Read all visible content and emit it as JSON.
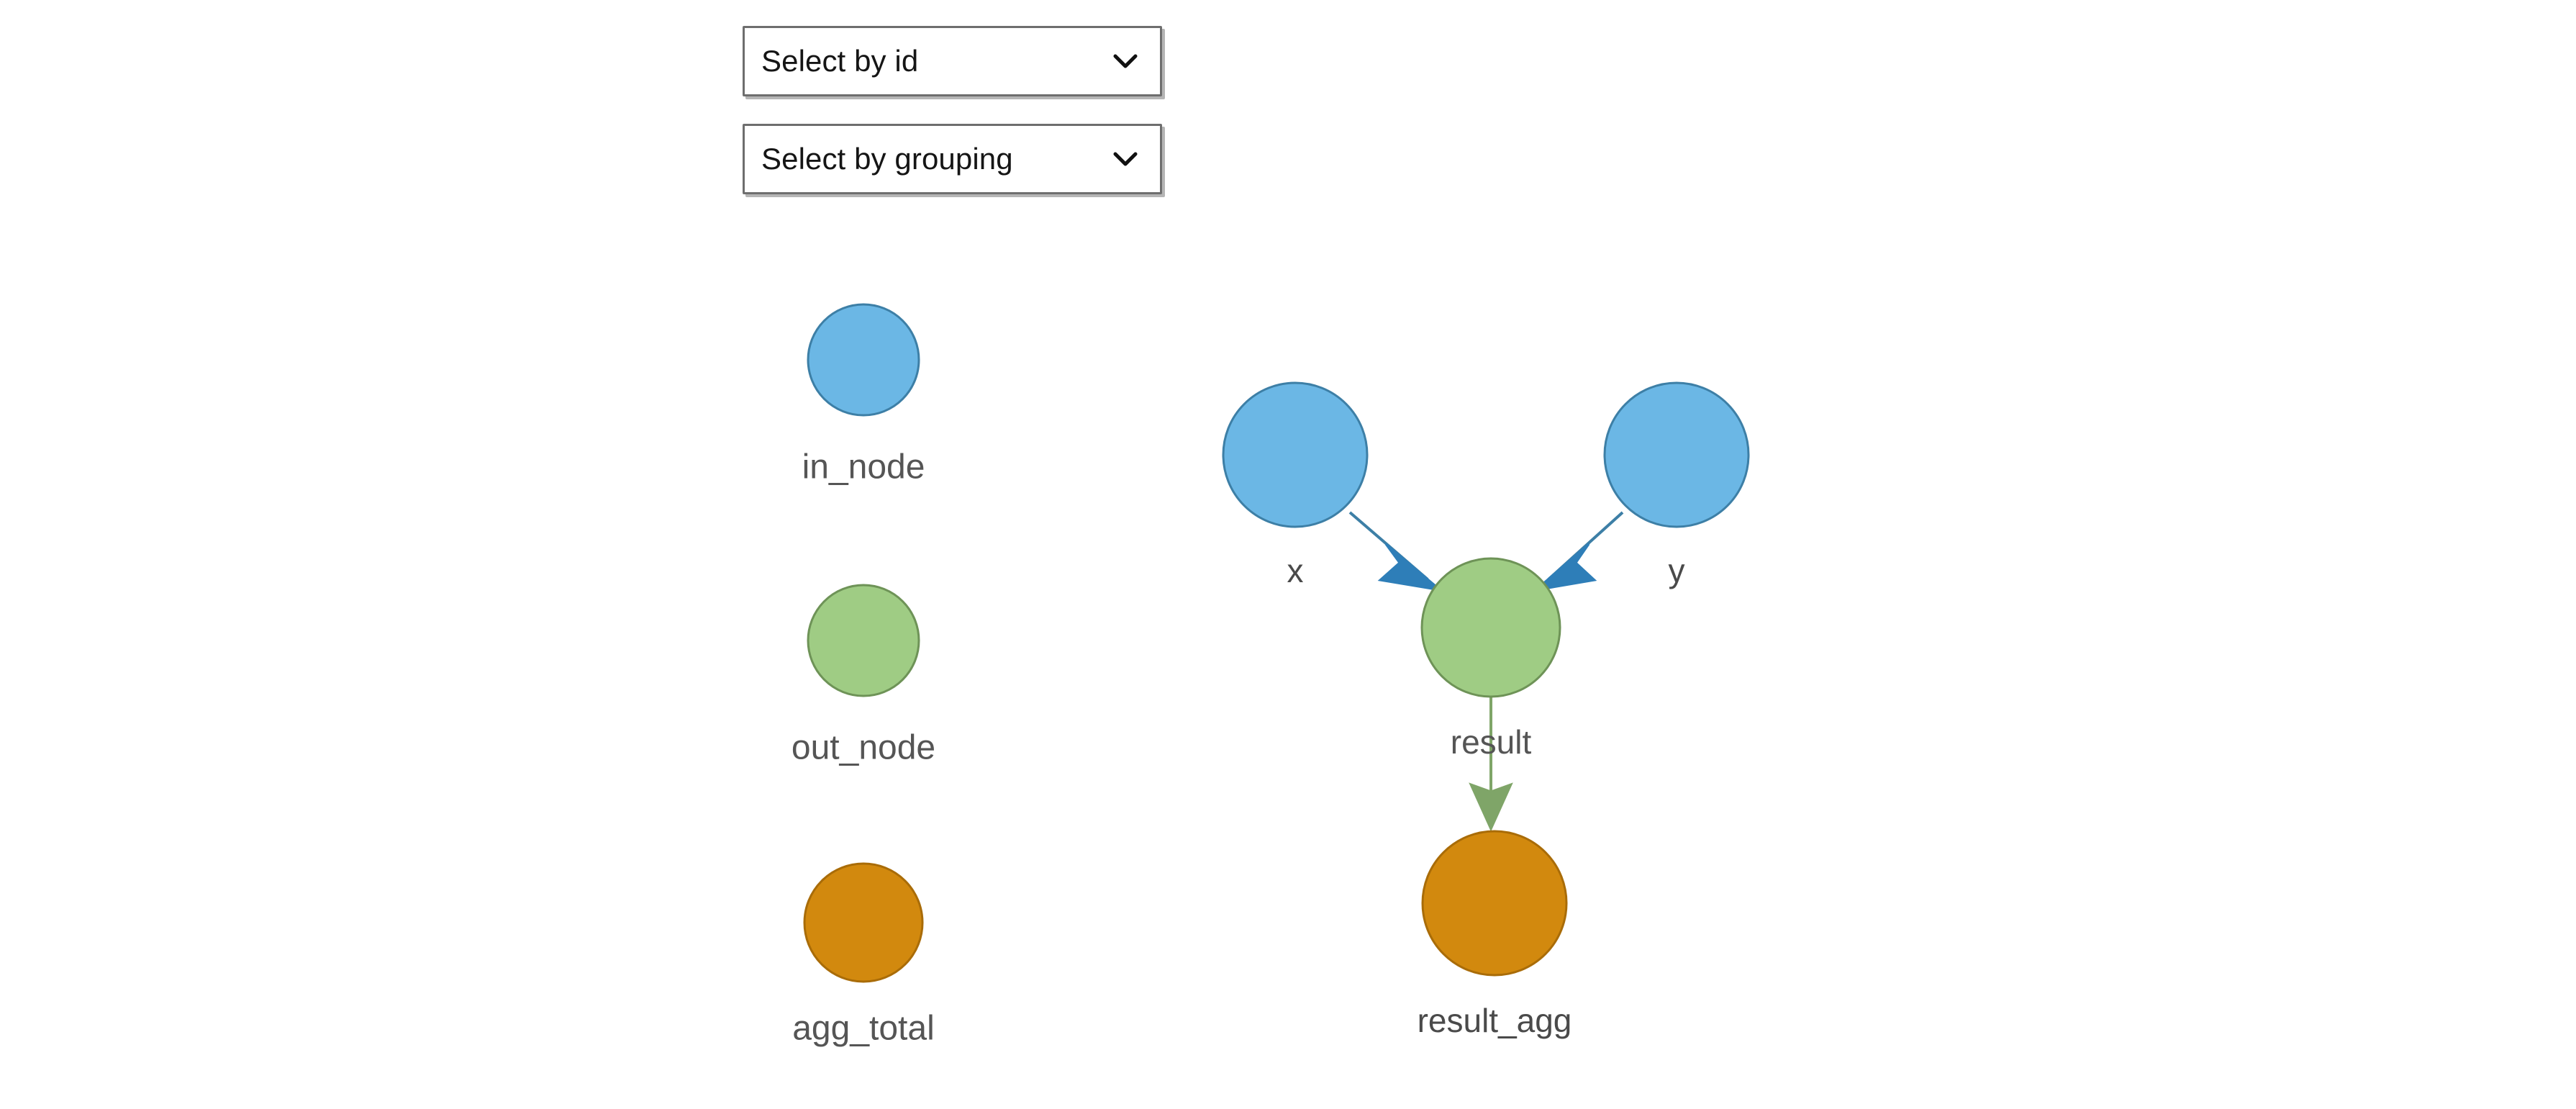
{
  "controls": {
    "selects": [
      {
        "name": "select-by-id",
        "value": "Select by id",
        "caret_icon": "chevron-down-icon"
      },
      {
        "name": "select-by-grouping",
        "value": "Select by grouping",
        "caret_icon": "chevron-down-icon"
      }
    ]
  },
  "legend": {
    "items": [
      {
        "label": "in_node",
        "color": "#6BB7E5",
        "stroke": "#3D7FA6"
      },
      {
        "label": "out_node",
        "color": "#9FCC84",
        "stroke": "#6E9357"
      },
      {
        "label": "agg_total",
        "color": "#D2890E",
        "stroke": "#A96C08"
      }
    ]
  },
  "graph": {
    "nodes": [
      {
        "id": "x",
        "label": "x",
        "type": "in_node",
        "color": "#6BB7E5",
        "stroke": "#3D7FA6"
      },
      {
        "id": "y",
        "label": "y",
        "type": "in_node",
        "color": "#6BB7E5",
        "stroke": "#3D7FA6"
      },
      {
        "id": "result",
        "label": "",
        "type": "out_node",
        "color": "#9FCC84",
        "stroke": "#6E9357"
      },
      {
        "id": "result_agg",
        "label": "result_agg",
        "type": "agg_total",
        "color": "#D2890E",
        "stroke": "#A96C08"
      }
    ],
    "edges": [
      {
        "source": "x",
        "target": "result",
        "label": "",
        "color": "#2E7EB8"
      },
      {
        "source": "y",
        "target": "result",
        "label": "",
        "color": "#2E7EB8"
      },
      {
        "source": "result",
        "target": "result_agg",
        "label": "result",
        "color": "#7FA568"
      }
    ],
    "edge_labels": [
      {
        "text": "result"
      }
    ]
  },
  "colors": {
    "in_node": "#6BB7E5",
    "out_node": "#9FCC84",
    "agg_total": "#D2890E",
    "background": "#ffffff",
    "text": "#4a4a4a"
  }
}
